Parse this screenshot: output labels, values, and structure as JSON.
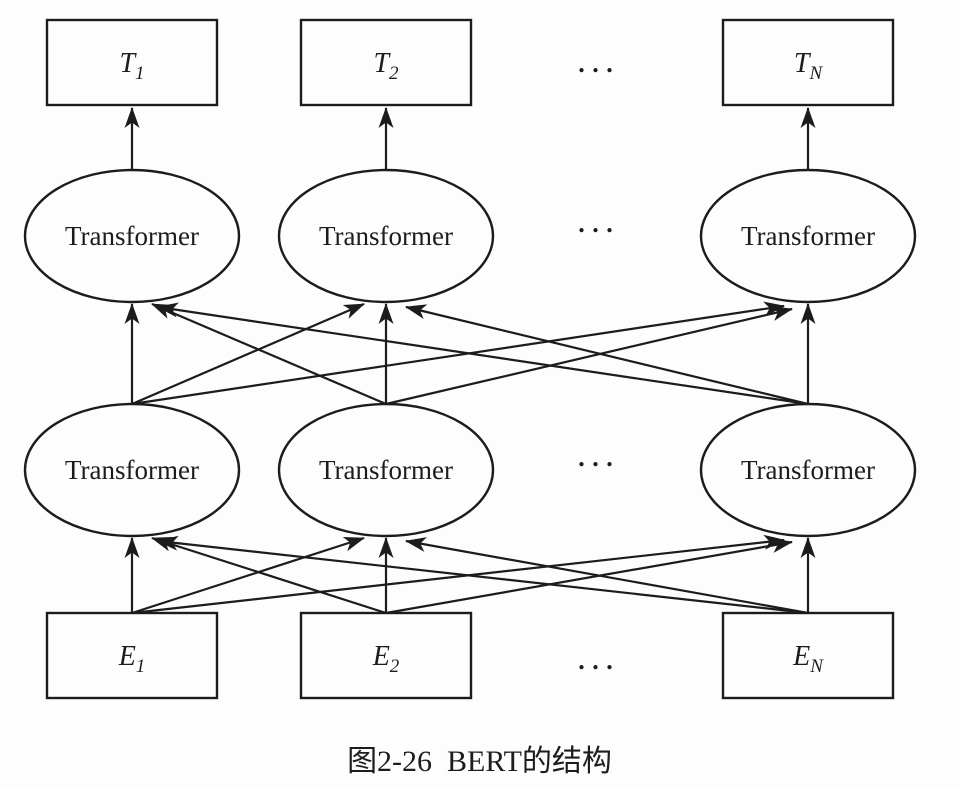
{
  "diagram": {
    "caption": "图2-26  BERT的结构",
    "transformer_label": "Transformer",
    "ellipsis": "...",
    "t_boxes": [
      {
        "main": "T",
        "sub": "1"
      },
      {
        "main": "T",
        "sub": "2"
      },
      {
        "main": "T",
        "sub": "N"
      }
    ],
    "e_boxes": [
      {
        "main": "E",
        "sub": "1"
      },
      {
        "main": "E",
        "sub": "2"
      },
      {
        "main": "E",
        "sub": "N"
      }
    ],
    "colors": {
      "stroke": "#1c1c1c",
      "background": "#fdfdfd",
      "text": "#1d1d1d"
    }
  }
}
